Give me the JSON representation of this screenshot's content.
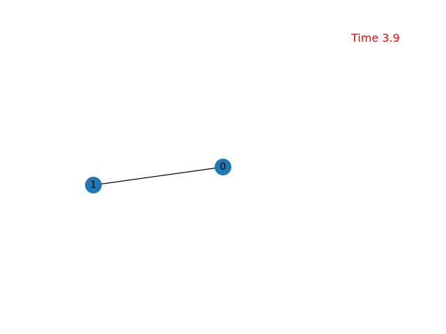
{
  "time_label": "Time 3.9",
  "colors": {
    "node_fill": "#1f77b4",
    "edge_stroke": "#000000",
    "label_text": "#000000",
    "time_text": "#ff0000",
    "background": "#ffffff"
  },
  "graph": {
    "nodes": [
      {
        "id": "0",
        "label": "0"
      },
      {
        "id": "1",
        "label": "1"
      }
    ],
    "edges": [
      {
        "source": "1",
        "target": "0"
      }
    ]
  }
}
